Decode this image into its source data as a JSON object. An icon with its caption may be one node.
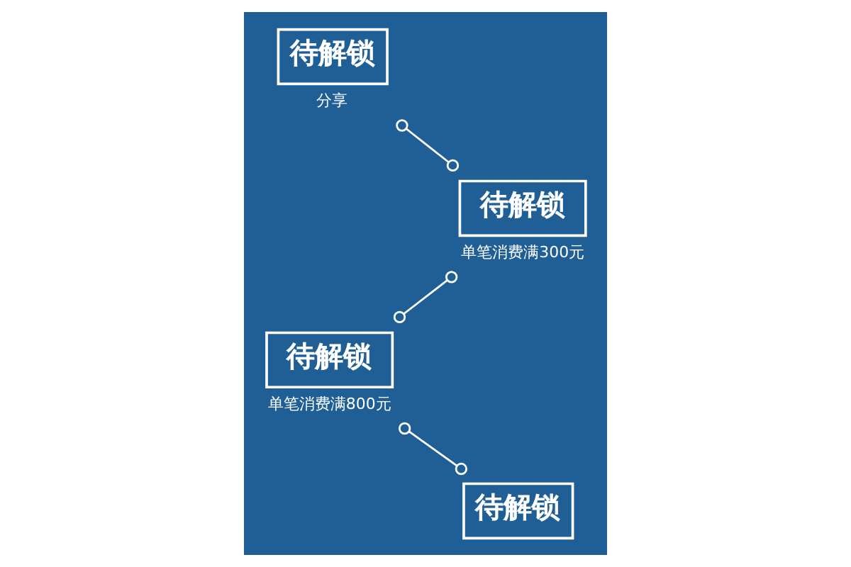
{
  "diagram": {
    "nodes": [
      {
        "text": [
          "待解锁"
        ],
        "beside": [
          "分享"
        ]
      },
      {
        "text": [
          "待解锁"
        ],
        "beside": [
          "单笔消费满300元"
        ]
      },
      {
        "text": [
          "待解锁"
        ],
        "beside": [
          "单笔消费满800元"
        ]
      },
      {
        "text": [
          "待解锁"
        ]
      }
    ],
    "edges": [
      {
        "from": 0,
        "to": 1,
        "arrow": "other"
      },
      {
        "from": 1,
        "to": 2,
        "arrow": "other"
      },
      {
        "from": 2,
        "to": 3,
        "arrow": "other"
      }
    ]
  }
}
